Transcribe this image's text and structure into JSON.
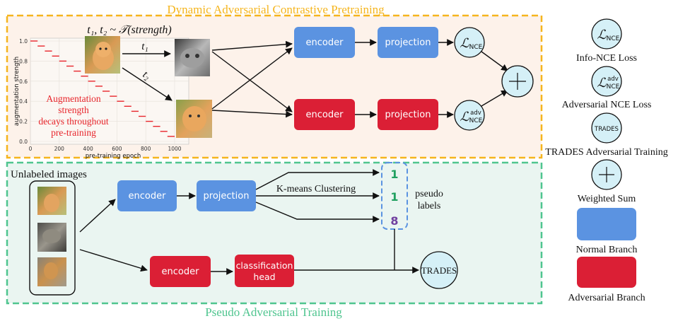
{
  "top_section": {
    "title": "Dynamic Adversarial Contrastive Pretraining",
    "sampling_formula": "t₁, t₂ ~ 𝒯(strength)",
    "aug_t1": "t₁",
    "aug_t2": "t₂",
    "decay_note": [
      "Augmentation",
      "strength",
      "decays throughout",
      "pre-training"
    ],
    "normal_encoder": "encoder",
    "normal_projection": "projection",
    "adv_encoder": "encoder",
    "adv_projection": "projection",
    "nce_symbol": "ℒ",
    "nce_sub": "NCE",
    "adv_sup": "adv"
  },
  "bottom_section": {
    "title": "Pseudo Adversarial Training",
    "unlabeled_label": "Unlabeled images",
    "normal_encoder": "encoder",
    "normal_projection": "projection",
    "kmeans_label": "K-means Clustering",
    "pseudo_labels": [
      "1",
      "1",
      "8"
    ],
    "pseudo_caption": [
      "pseudo",
      "labels"
    ],
    "adv_encoder": "encoder",
    "cls_head": [
      "classification",
      "head"
    ],
    "trades": "TRADES"
  },
  "legend": {
    "info_nce": "Info-NCE Loss",
    "adv_nce": "Adversarial NCE Loss",
    "trades_icon": "TRADES",
    "trades": "TRADES Adversarial Training",
    "weighted_sum": "Weighted Sum",
    "normal": "Normal Branch",
    "adversarial": "Adversarial Branch"
  },
  "chart_data": {
    "type": "line",
    "title": "",
    "xlabel": "pre-training epoch",
    "ylabel": "augmentation strength",
    "xlim": [
      0,
      1000
    ],
    "ylim": [
      0,
      1.0
    ],
    "x_ticks": [
      "0",
      "200",
      "400",
      "600",
      "800",
      "1000"
    ],
    "y_ticks": [
      "0.0",
      "0.2",
      "0.4",
      "0.6",
      "0.8",
      "1.0"
    ],
    "grid": true,
    "series": [
      {
        "style": "step",
        "x": [
          0,
          50,
          100,
          150,
          200,
          250,
          300,
          350,
          400,
          450,
          500,
          550,
          600,
          650,
          700,
          750,
          800,
          850,
          900,
          950
        ],
        "y": [
          1.0,
          0.95,
          0.9,
          0.85,
          0.8,
          0.75,
          0.7,
          0.65,
          0.6,
          0.55,
          0.5,
          0.45,
          0.4,
          0.35,
          0.3,
          0.25,
          0.2,
          0.15,
          0.1,
          0.05
        ]
      }
    ]
  },
  "colors": {
    "top_border": "#f5b51e",
    "top_bg": "#fdf2ea",
    "bottom_border": "#4fc58f",
    "bottom_bg": "#eaf5f1",
    "normal_branch": "#5b93e1",
    "adversarial_branch": "#db1f35",
    "loss_circle": "#d5f0f7",
    "decay_text": "#e8262c",
    "green_label": "#20a060",
    "purple_label": "#7040a0",
    "dashed_box": "#5b93e1"
  }
}
